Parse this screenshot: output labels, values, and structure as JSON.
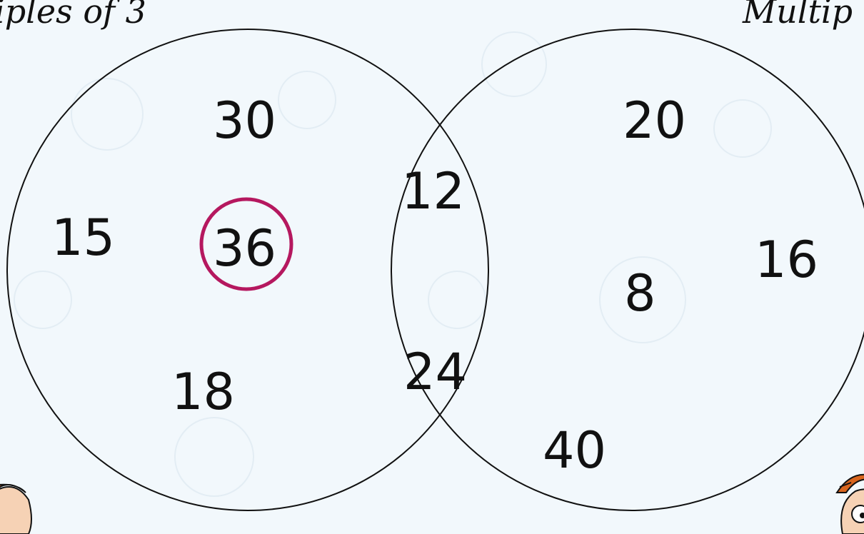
{
  "diagram": {
    "type": "venn",
    "sets": [
      {
        "label": "iples of 3"
      },
      {
        "label": "Multip"
      }
    ],
    "numbers": [
      {
        "value": "30",
        "region": "left",
        "circled": false
      },
      {
        "value": "15",
        "region": "left",
        "circled": false
      },
      {
        "value": "36",
        "region": "left",
        "circled": true
      },
      {
        "value": "18",
        "region": "left",
        "circled": false
      },
      {
        "value": "12",
        "region": "both",
        "circled": false
      },
      {
        "value": "24",
        "region": "both",
        "circled": false
      },
      {
        "value": "20",
        "region": "right",
        "circled": false
      },
      {
        "value": "16",
        "region": "right",
        "circled": false
      },
      {
        "value": "8",
        "region": "right",
        "circled": false
      },
      {
        "value": "40",
        "region": "right",
        "circled": false
      }
    ],
    "colors": {
      "background": "#f2f8fc",
      "outline": "#111111",
      "highlight_circle": "#b5185f"
    }
  }
}
